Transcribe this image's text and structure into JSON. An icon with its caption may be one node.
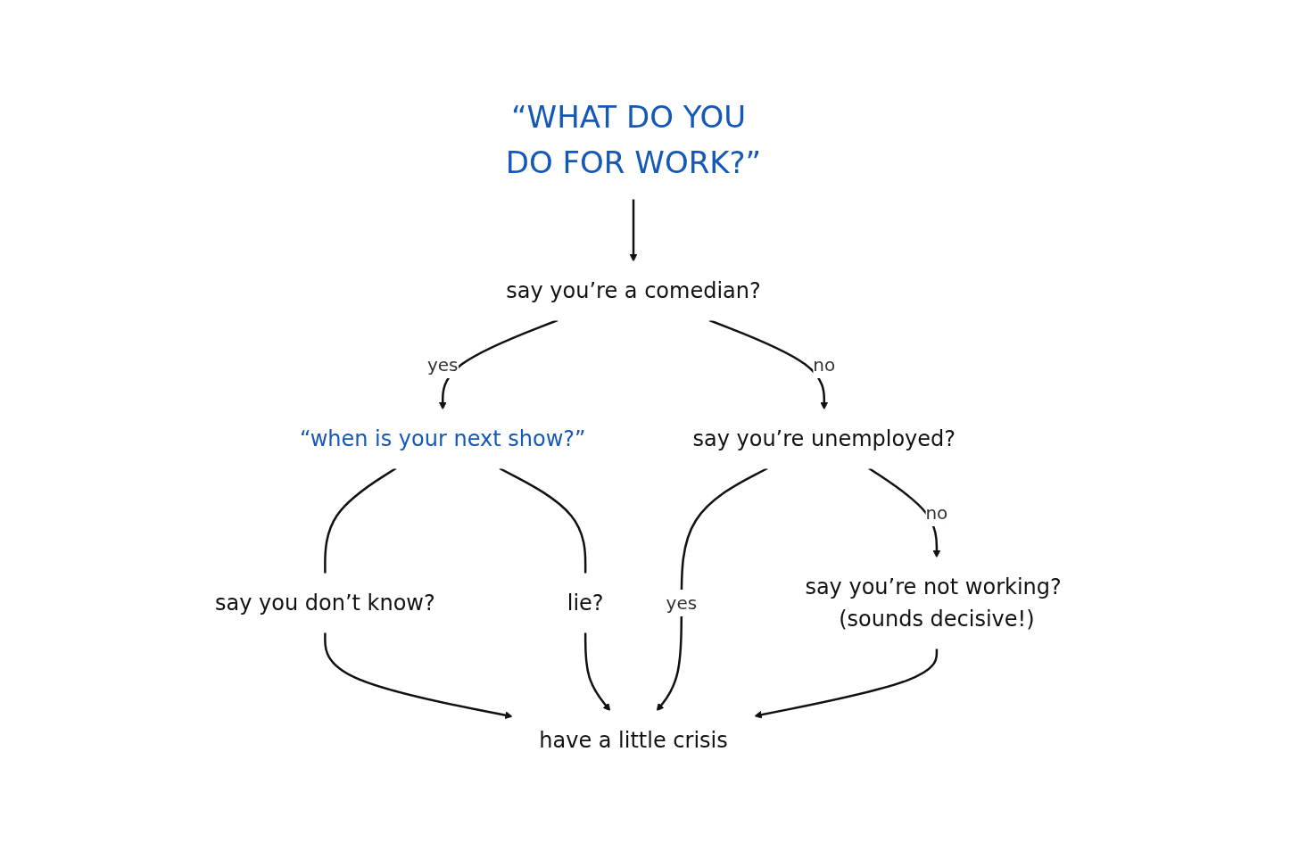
{
  "diagram": {
    "nodes": [
      {
        "text": [
          "“WHAT DO YOU DO FOR WORK?”"
        ]
      },
      {
        "text": [
          "say you’re a comedian?"
        ]
      },
      {
        "text": [
          "“when is your next show?”"
        ]
      },
      {
        "text": [
          "say you’re unemployed?"
        ]
      },
      {
        "text": [
          "say you don’t know?"
        ]
      },
      {
        "text": [
          "lie?"
        ]
      },
      {
        "text": [
          "have a little crisis"
        ]
      },
      {
        "text": [
          "say you’re not working? (sounds decisive!)"
        ]
      }
    ],
    "edges": [
      {
        "from": 0,
        "to": 1,
        "arrow": "to"
      },
      {
        "from": 1,
        "to": 2,
        "label": "yes",
        "arrow": "to"
      },
      {
        "from": 1,
        "to": 3,
        "label": "no",
        "arrow": "to"
      },
      {
        "from": 2,
        "to": 4,
        "arrow": "none"
      },
      {
        "from": 2,
        "to": 5,
        "arrow": "none"
      },
      {
        "from": 4,
        "to": 6,
        "arrow": "to"
      },
      {
        "from": 5,
        "to": 6,
        "arrow": "to"
      },
      {
        "from": 3,
        "to": 6,
        "label": "yes",
        "arrow": "to"
      },
      {
        "from": 3,
        "to": 7,
        "label": "no",
        "arrow": "to"
      },
      {
        "from": 7,
        "to": 6,
        "arrow": "to"
      }
    ]
  }
}
